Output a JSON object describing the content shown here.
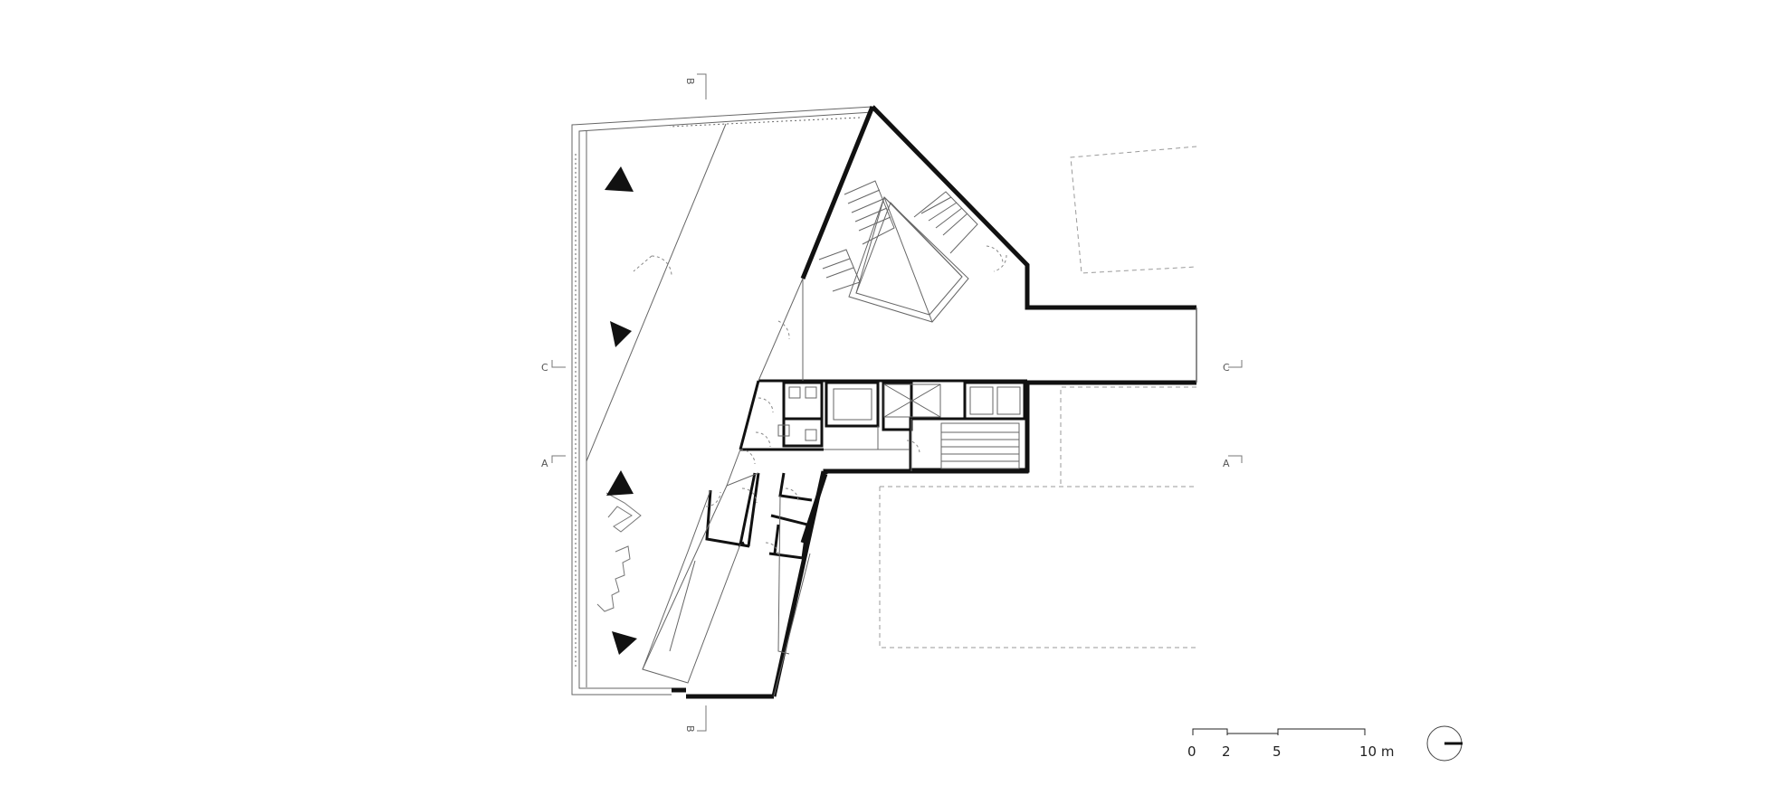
{
  "section_markers": {
    "b_top": "B",
    "b_bottom": "B",
    "c_left": "C",
    "c_right": "C",
    "a_left": "A",
    "a_right": "A"
  },
  "scale_bar": {
    "labels": [
      "0",
      "2",
      "5",
      "10 m"
    ]
  },
  "colors": {
    "wall": "#111111",
    "thin_line": "#666666",
    "dashed_line": "#9a9a9a",
    "background": "#ffffff"
  },
  "icons": {
    "north_arrow": "north-arrow-icon"
  }
}
